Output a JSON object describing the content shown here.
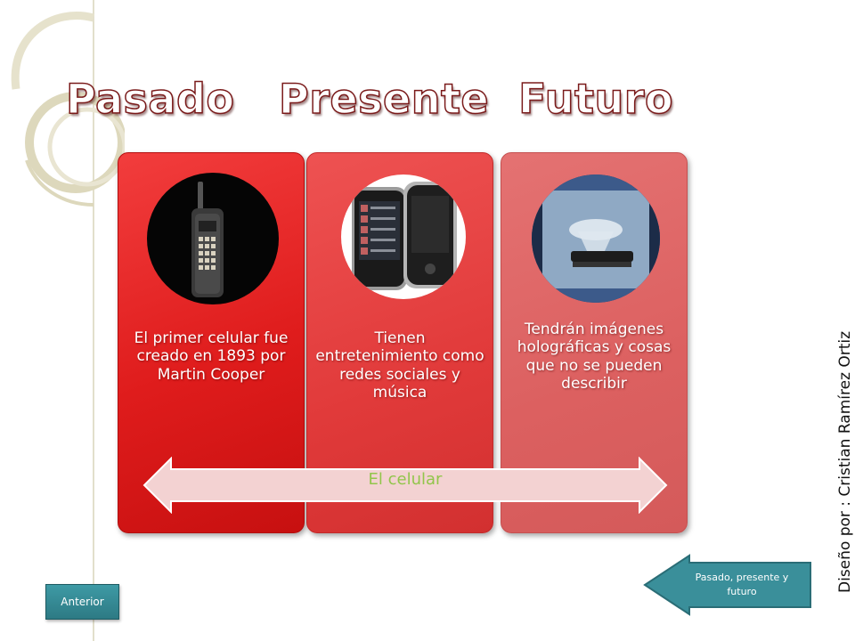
{
  "title": "Pasado   Presente  Futuro",
  "cards": [
    {
      "text": "El primer celular fue creado en 1893 por Martin Cooper",
      "image_alt": "brick-phone"
    },
    {
      "text": "Tienen entretenimiento como redes sociales y música",
      "image_alt": "smartphones"
    },
    {
      "text": "Tendrán imágenes holográficas y cosas que no se pueden describir",
      "image_alt": "hologram-phone"
    }
  ],
  "banner": {
    "label": "El celular"
  },
  "credit": "Diseño por : Cristian Ramírez Ortiz",
  "nav": {
    "previous": "Anterior",
    "next": "Pasado, presente y futuro"
  },
  "colors": {
    "card1": "#e02020",
    "card2": "#e04040",
    "card3": "#dc6464",
    "banner": "#f2d0d0",
    "banner_text": "#92c54b",
    "button": "#3a8f9a"
  }
}
